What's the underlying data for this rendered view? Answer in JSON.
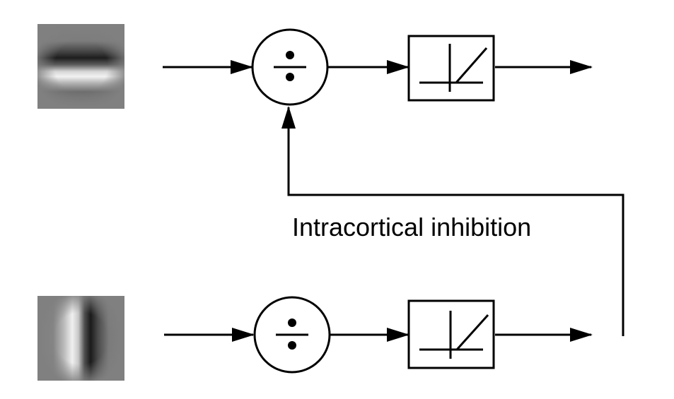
{
  "diagram": {
    "inhibition_label": "Intracortical inhibition",
    "channels": [
      {
        "filter_orientation": "horizontal",
        "operation_symbol": "÷",
        "nonlinearity": "half-wave rectification"
      },
      {
        "filter_orientation": "vertical",
        "operation_symbol": "÷",
        "nonlinearity": "half-wave rectification"
      }
    ],
    "colors": {
      "stroke": "#000000",
      "background": "#ffffff",
      "filter_gray": "#808080"
    }
  }
}
